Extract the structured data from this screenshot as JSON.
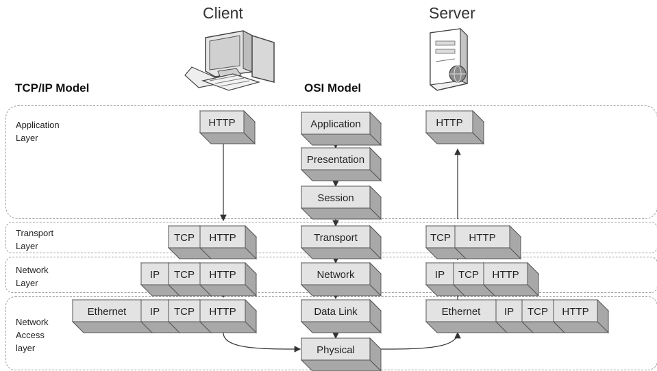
{
  "headings": {
    "client": "Client",
    "server": "Server",
    "tcpip_model": "TCP/IP Model",
    "osi_model": "OSI Model"
  },
  "tcpip_layers": {
    "application": "Application Layer",
    "transport": "Transport Layer",
    "network": "Network Layer",
    "network_access": "Network Access layer"
  },
  "osi_layers": [
    "Application",
    "Presentation",
    "Session",
    "Transport",
    "Network",
    "Data Link",
    "Physical"
  ],
  "protocols": {
    "ethernet": "Ethernet",
    "ip": "IP",
    "tcp": "TCP",
    "http": "HTTP"
  },
  "colors": {
    "box_front": "#e3e3e3",
    "box_side": "#a8a8a8",
    "box_top": "#f4f4f4",
    "stroke": "#555555",
    "dashed_border": "#9a9a9a"
  }
}
